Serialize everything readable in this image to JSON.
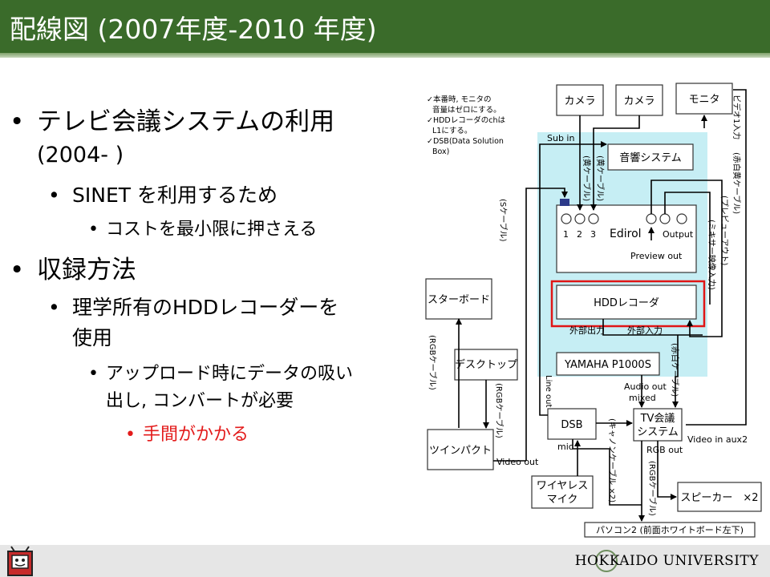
{
  "title": "配線図 (2007年度-2010 年度)",
  "bullets": {
    "l1_a": "テレビ会議システムの利用",
    "l1_a_cont": "(2004- )",
    "l2_a": "SINET を利用するため",
    "l3_a": "コストを最小限に押さえる",
    "l1_b": "収録方法",
    "l2_b_1": "理学所有のHDDレコーダーを",
    "l2_b_2": "使用",
    "l3_b_1": "アップロード時にデータの吸い",
    "l3_b_2": "出し, コンバートが必要",
    "l4_b": "手間がかかる"
  },
  "footer": {
    "university": "HOKKAIDO UNIVERSITY"
  },
  "diagram": {
    "notes": [
      "✓本番時, モニタの",
      "音量はゼロにする。",
      "✓HDDレコーダのchは",
      "L1にする。",
      "✓DSB(Data Solution",
      "Box)"
    ],
    "camera1": "カメラ",
    "camera2": "カメラ",
    "monitor": "モニタ",
    "sub_in": "Sub in",
    "audio_system": "音響システム",
    "edirol": "Edirol",
    "in1": "1",
    "in2": "2",
    "in3": "3",
    "output": "Output",
    "preview_out": "Preview out",
    "hdd": "HDDレコーダ",
    "ext_out": "外部出力",
    "ext_in": "外部入力",
    "yamaha": "YAMAHA P1000S",
    "audio_out_mixed_1": "Audio out",
    "audio_out_mixed_2": "mixed",
    "star_board": "スターボード",
    "desktop": "デスクトップ",
    "twin_pact": "ツインパクト",
    "video_out": "Video out",
    "line_out": "Line out",
    "dsb": "DSB",
    "mic_label": "mic",
    "tv_conf_1": "TV会議",
    "tv_conf_2": "システム",
    "rgb_out": "RGB out",
    "video_in_aux2": "Video in aux2",
    "wireless_mic_1": "ワイヤレス",
    "wireless_mic_2": "マイク",
    "speaker": "スピーカー　×2",
    "pc2": "パソコン2 (前面ホワイトボード左下)",
    "cable_yellow_1": "(黄ケーブル)",
    "cable_yellow_2": "(黄ケーブル)",
    "cable_s": "(Sケーブル)",
    "cable_rgb_1": "(RGBケーブル)",
    "cable_rgb_2": "(RGBケーブル)",
    "cable_rgb_3": "(RGBケーブル)",
    "cable_red_white": "(赤白ケーブル)",
    "cable_canon": "(キャノンケーブル ×2)",
    "video_in_1": "ビデオ1入力",
    "cable_rwy": "(赤白黄ケーブル)",
    "preview_out_v": "(プレビューアウト)",
    "mixer_video_in": "(ミキサー映像入力)"
  }
}
